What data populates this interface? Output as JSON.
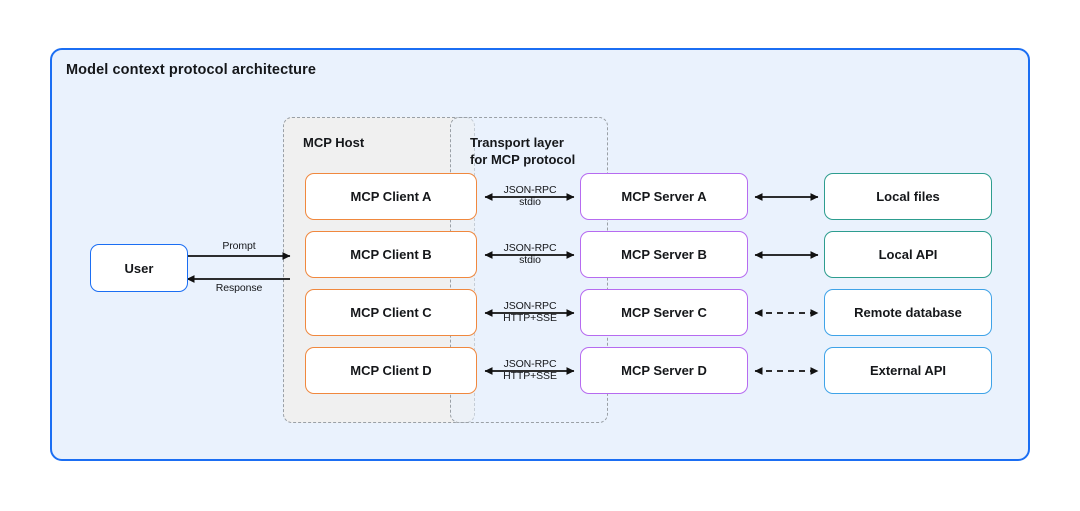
{
  "panel": {
    "title": "Model context protocol architecture",
    "border_color": "#1b6ef3",
    "fill_color": "#eaf2fd"
  },
  "groups": [
    {
      "id": "mcp-host",
      "label": "MCP Host",
      "fill": "#f0f0f0",
      "border": "#9aa0a6"
    },
    {
      "id": "transport-layer",
      "label": "Transport layer\nfor MCP protocol",
      "fill": "#eaf2fd",
      "border": "#9aa0a6"
    }
  ],
  "user": {
    "label": "User",
    "border_color": "#1b6ef3"
  },
  "user_links": [
    {
      "label": "Prompt",
      "direction": "right"
    },
    {
      "label": "Response",
      "direction": "left"
    }
  ],
  "rows": [
    {
      "client": "MCP Client A",
      "server": "MCP Server A",
      "resource": "Local files",
      "transport_label": "JSON-RPC\nstdio",
      "transport_protocol": "JSON-RPC",
      "transport_channel": "stdio",
      "resource_link_style": "solid",
      "resource_color": "#2d9d8f"
    },
    {
      "client": "MCP Client B",
      "server": "MCP Server B",
      "resource": "Local API",
      "transport_label": "JSON-RPC\nstdio",
      "transport_protocol": "JSON-RPC",
      "transport_channel": "stdio",
      "resource_link_style": "solid",
      "resource_color": "#2d9d8f"
    },
    {
      "client": "MCP Client C",
      "server": "MCP Server C",
      "resource": "Remote database",
      "transport_label": "JSON-RPC\nHTTP+SSE",
      "transport_protocol": "JSON-RPC",
      "transport_channel": "HTTP+SSE",
      "resource_link_style": "dashed",
      "resource_color": "#3fa3e8"
    },
    {
      "client": "MCP Client D",
      "server": "MCP Server D",
      "resource": "External API",
      "transport_label": "JSON-RPC\nHTTP+SSE",
      "transport_protocol": "JSON-RPC",
      "transport_channel": "HTTP+SSE",
      "resource_link_style": "dashed",
      "resource_color": "#3fa3e8"
    }
  ],
  "colors": {
    "client_border": "#f0883e",
    "server_border": "#b66bf0",
    "arrow": "#111111",
    "dashed_group": "#9aa0a6"
  }
}
